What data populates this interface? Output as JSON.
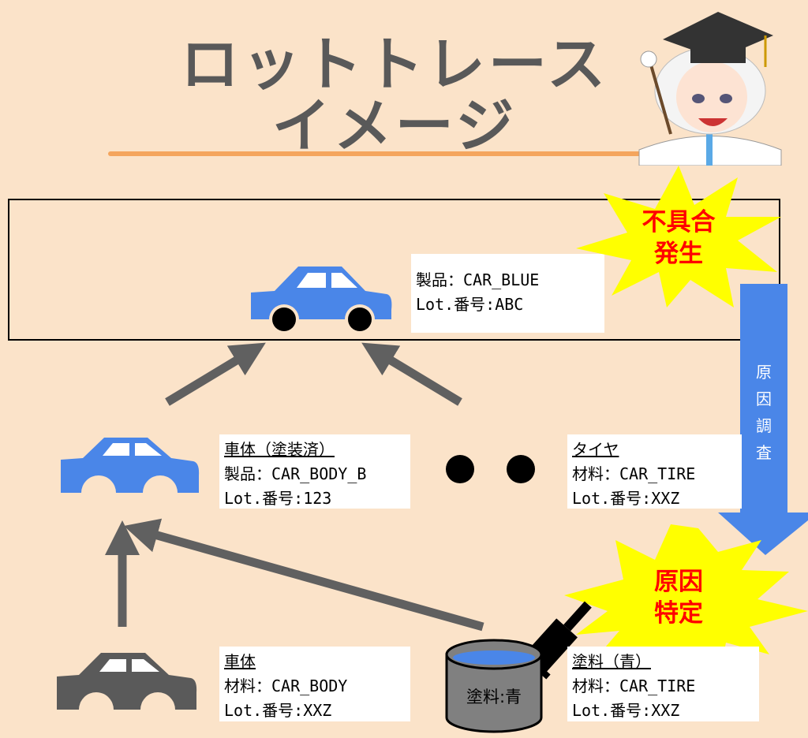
{
  "title": {
    "line1": "ロットトレース",
    "line2": "イメージ"
  },
  "product": {
    "name_line": "製品：CAR_BLUE",
    "lot_line": "Lot.番号:ABC"
  },
  "body_painted": {
    "heading": "車体（塗装済）",
    "name_line": "製品：CAR_BODY_B",
    "lot_line": "Lot.番号:123"
  },
  "tire": {
    "heading": "タイヤ",
    "name_line": "材料：CAR_TIRE",
    "lot_line": "Lot.番号:XXZ"
  },
  "body": {
    "heading": "車体",
    "name_line": "材料：CAR_BODY",
    "lot_line": "Lot.番号:XXZ"
  },
  "paint": {
    "heading": "塗料（青）",
    "name_line": "材料：CAR_TIRE",
    "lot_line": "Lot.番号:XXZ",
    "bucket_label": "塗料:青"
  },
  "badges": {
    "defect_line1": "不具合",
    "defect_line2": "発生",
    "cause_line1": "原因",
    "cause_line2": "特定"
  },
  "investigation_arrow": {
    "chars": [
      "原",
      "因",
      "調",
      "査"
    ]
  },
  "colors": {
    "background": "#fbe3c9",
    "car_blue": "#4a86e8",
    "arrow_gray": "#606060",
    "star_yellow": "#ffff00",
    "alert_red": "#ff0000"
  }
}
